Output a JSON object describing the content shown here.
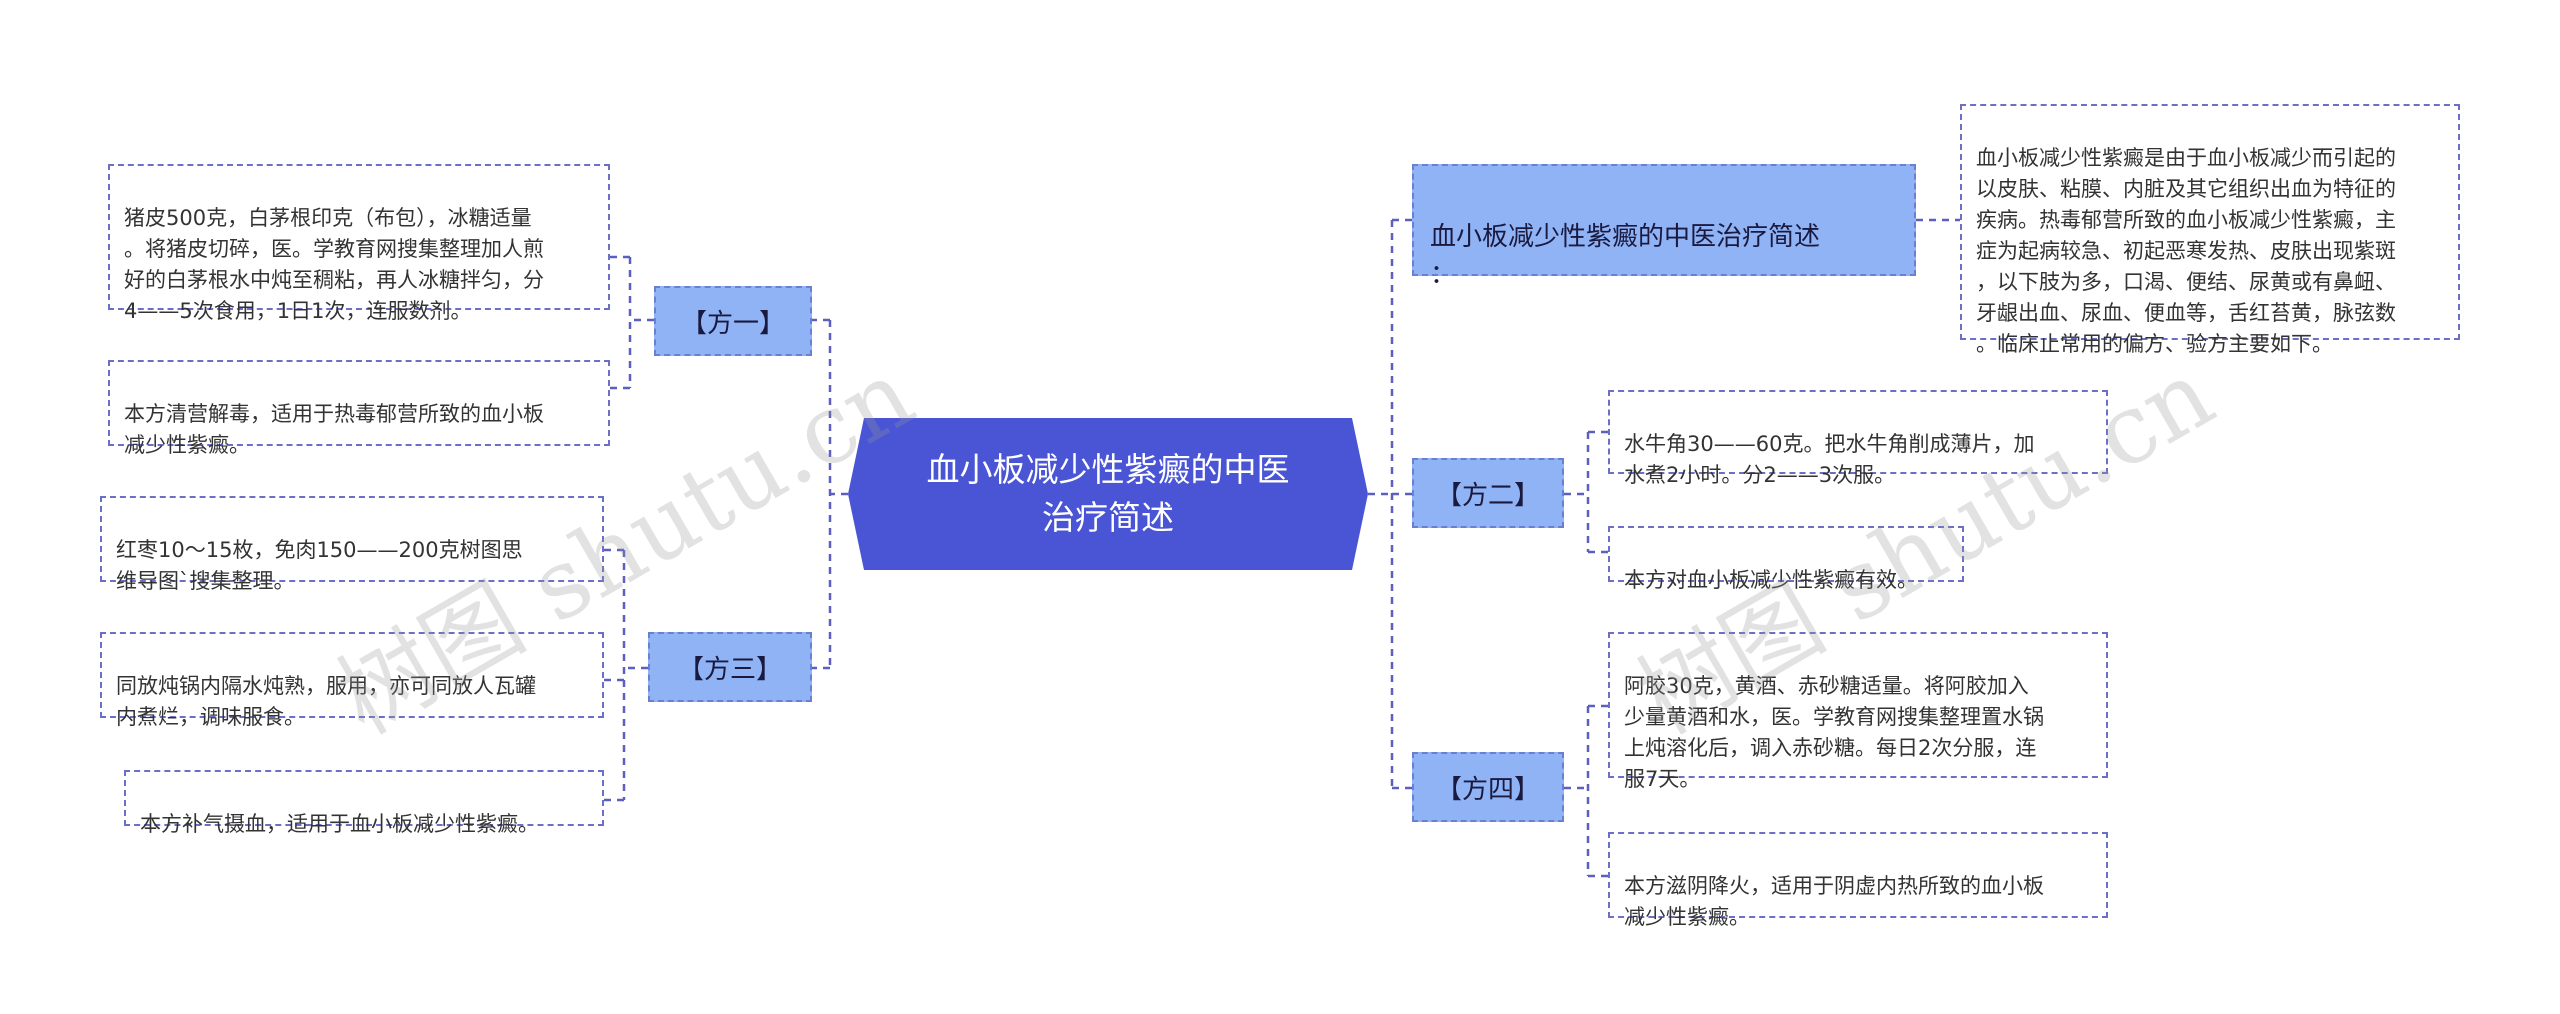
{
  "root": {
    "label": "血小板减少性紫癜的中医\n治疗简述"
  },
  "topic": {
    "label": "血小板减少性紫癜的中医治疗简述\n：",
    "detail": "血小板减少性紫癜是由于血小板减少而引起的\n以皮肤、粘膜、内脏及其它组织出血为特征的\n疾病。热毒郁营所致的血小板减少性紫癜，主\n症为起病较急、初起恶寒发热、皮肤出现紫斑\n，以下肢为多，口渴、便结、尿黄或有鼻衄、\n牙龈出血、尿血、便血等，舌红苔黄，脉弦数\n。临床止常用的偏方、验方主要如下。"
  },
  "fang1": {
    "label": "【方一】",
    "recipe": "猪皮500克，白茅根印克（布包），冰糖适量\n。将猪皮切碎，医。学教育网搜集整理加人煎\n好的白茅根水中炖至稠粘，再人冰糖拌匀，分\n4——5次食用，1日1次，连服数剂。",
    "effect": "本方清营解毒，适用于热毒郁营所致的血小板\n减少性紫癜。"
  },
  "fang2": {
    "label": "【方二】",
    "recipe": "水牛角30——60克。把水牛角削成薄片，加\n水煮2小时。分2——3次服。",
    "effect": "本方对血小板减少性紫癜有效。"
  },
  "fang3": {
    "label": "【方三】",
    "recipe": "红枣10～15枚，免肉150——200克树图思\n维导图`搜集整理。",
    "method": "同放炖锅内隔水炖熟，服用，亦可同放人瓦罐\n内煮烂，调味服食。",
    "effect": "本方补气摄血，适用于血小板减少性紫癜。"
  },
  "fang4": {
    "label": "【方四】",
    "recipe": "阿胶30克，黄酒、赤砂糖适量。将阿胶加入\n少量黄酒和水，医。学教育网搜集整理置水锅\n上炖溶化后，调入赤砂糖。每日2次分服，连\n服7天。",
    "effect": "本方滋阴降火，适用于阴虚内热所致的血小板\n减少性紫癜。"
  },
  "watermark": "树图 shutu.cn",
  "colors": {
    "root": "#4a55d6",
    "branch": "#8fb3f5",
    "line": "#5a5fc0"
  }
}
